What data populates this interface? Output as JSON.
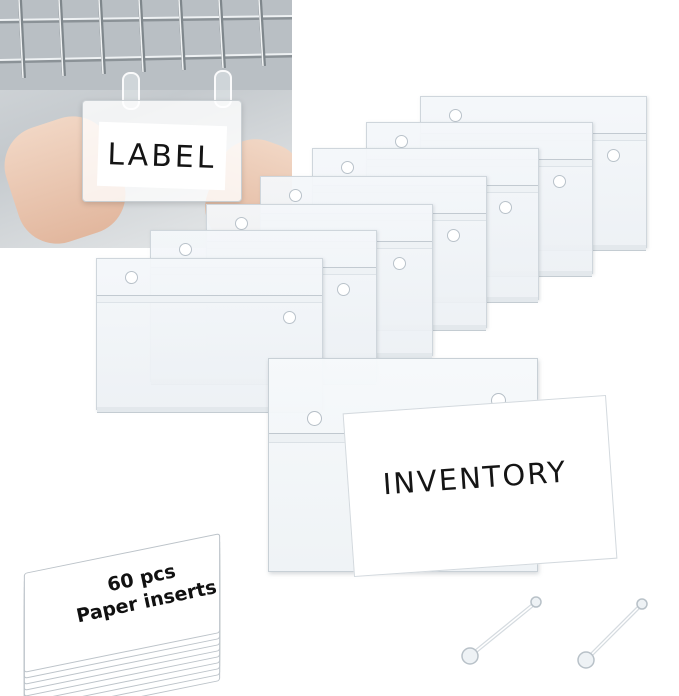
{
  "inset_photo": {
    "label_text": "LABEL"
  },
  "front_holder": {
    "insert_text": "INVENTORY"
  },
  "paper_inserts": {
    "line1": "60 pcs",
    "line2": "Paper inserts"
  },
  "colors": {
    "background": "#ffffff",
    "plastic": "#eef2f5",
    "plastic_edge": "#cfd6dc",
    "ink": "#141414"
  },
  "icons": [
    "wire-shelf",
    "label-holder",
    "plastic-connector"
  ]
}
